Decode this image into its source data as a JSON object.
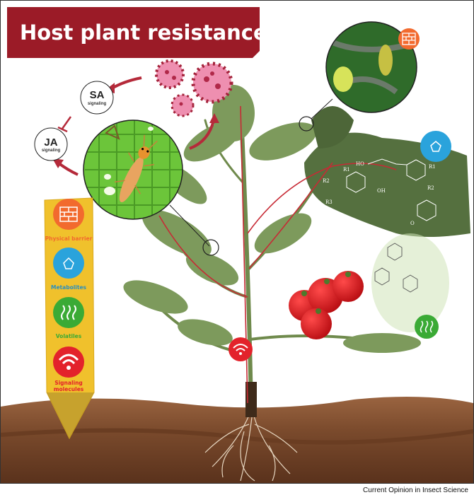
{
  "title": "Host plant resistance",
  "signaling": {
    "sa": {
      "label": "SA",
      "sub": "signaling"
    },
    "ja": {
      "label": "JA",
      "sub": "signaling"
    }
  },
  "sign": {
    "items": [
      {
        "label": "Physical barrier",
        "icon": "brick-wall-icon",
        "color": "#f26a2e"
      },
      {
        "label": "Metabolites",
        "icon": "metabolite-molecule-icon",
        "color": "#2aa3dc"
      },
      {
        "label": "Volatiles",
        "icon": "volatiles-waves-icon",
        "color": "#3aaa35"
      },
      {
        "label": "Signaling",
        "label2": "molecules",
        "icon": "wifi-signal-icon",
        "color": "#e3222b"
      }
    ]
  },
  "chemistry": {
    "r1a": "R1",
    "r2a": "R2",
    "r3": "R3",
    "oh": "OH",
    "ho": "HO",
    "r1b": "R1",
    "r2b": "R2",
    "o": "O"
  },
  "caption": "Current Opinion in Insect Science",
  "colors": {
    "banner": "#9b1b27",
    "arrow": "#b52a3a",
    "soil": "#7a4a2c",
    "leaf": "#7d9a5c",
    "sign": "#f0c12c"
  }
}
